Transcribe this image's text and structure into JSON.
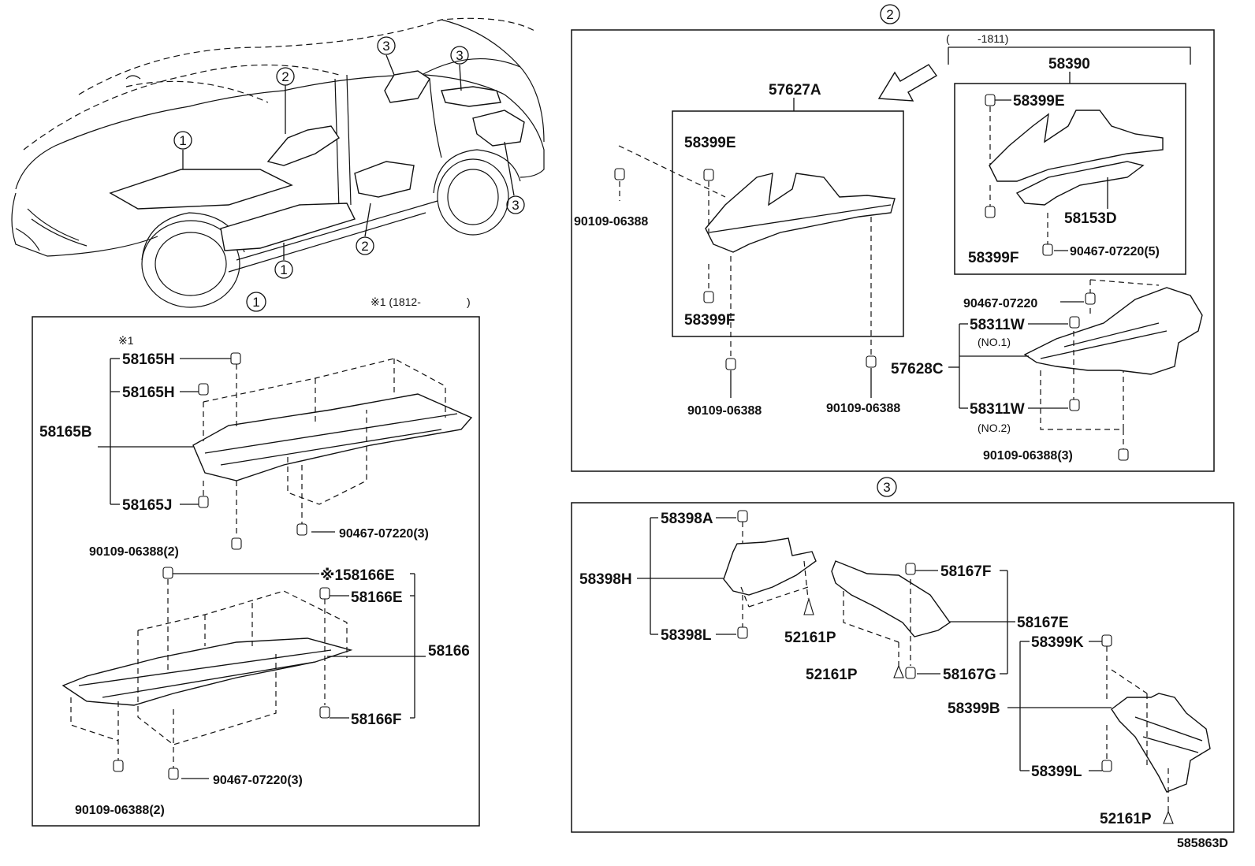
{
  "footer": {
    "drawing_code": "585863D"
  },
  "callouts": {
    "one": "1",
    "two": "2",
    "three": "3"
  },
  "notes": {
    "n1_header": "※1 (1812-",
    "n1_close": ")",
    "n1_mark": "※1",
    "range_1811_open": "(",
    "range_1811": "-1811)",
    "no1": "(NO.1)",
    "no2": "(NO.2)"
  },
  "section1": {
    "p58165H_a": "58165H",
    "p58165H_b": "58165H",
    "p58165B": "58165B",
    "p58165J": "58165J",
    "p90109_06388_2a": "90109-06388(2)",
    "p90467_07220_3a": "90467-07220(3)",
    "p58166E_a": "※158166E",
    "p58166E_b": "58166E",
    "p58166": "58166",
    "p58166F": "58166F",
    "p90467_07220_3b": "90467-07220(3)",
    "p90109_06388_2b": "90109-06388(2)"
  },
  "section2": {
    "p57627A": "57627A",
    "p58399E_a": "58399E",
    "p90109_06388_a": "90109-06388",
    "p58399F_a": "58399F",
    "p90109_06388_b": "90109-06388",
    "p90109_06388_c": "90109-06388",
    "p58390": "58390",
    "p58399E_b": "58399E",
    "p58153D": "58153D",
    "p58399F_b": "58399F",
    "p90467_07220_5": "90467-07220(5)",
    "p90467_07220": "90467-07220",
    "p58311W_a": "58311W",
    "p57628C": "57628C",
    "p58311W_b": "58311W",
    "p90109_06388_3": "90109-06388(3)"
  },
  "section3": {
    "p58398A": "58398A",
    "p58398H": "58398H",
    "p58398L": "58398L",
    "p52161P_a": "52161P",
    "p58167F": "58167F",
    "p58167E": "58167E",
    "p52161P_b": "52161P",
    "p58167G": "58167G",
    "p58399K": "58399K",
    "p58399B": "58399B",
    "p58399L": "58399L",
    "p52161P_c": "52161P"
  }
}
